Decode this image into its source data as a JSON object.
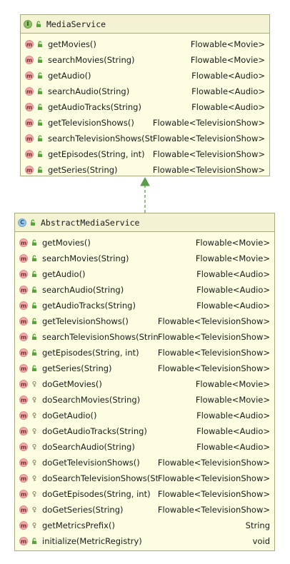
{
  "colors": {
    "box_fill": "#fdfde2",
    "box_border": "#a9a982",
    "connector": "#5a9e47"
  },
  "interface_box": {
    "kind_icon": "interface-badge-icon",
    "kind_letter": "I",
    "title": "MediaService",
    "methods": [
      {
        "badge": "m",
        "visibility": "public",
        "name": "getMovies()",
        "ret": "Flowable<Movie>"
      },
      {
        "badge": "m",
        "visibility": "public",
        "name": "searchMovies(String)",
        "ret": "Flowable<Movie>"
      },
      {
        "badge": "m",
        "visibility": "public",
        "name": "getAudio()",
        "ret": "Flowable<Audio>"
      },
      {
        "badge": "m",
        "visibility": "public",
        "name": "searchAudio(String)",
        "ret": "Flowable<Audio>"
      },
      {
        "badge": "m",
        "visibility": "public",
        "name": "getAudioTracks(String)",
        "ret": "Flowable<Audio>"
      },
      {
        "badge": "m",
        "visibility": "public",
        "name": "getTelevisionShows()",
        "ret": "Flowable<TelevisionShow>"
      },
      {
        "badge": "m",
        "visibility": "public",
        "name": "searchTelevisionShows(String)",
        "ret": "Flowable<TelevisionShow>"
      },
      {
        "badge": "m",
        "visibility": "public",
        "name": "getEpisodes(String, int)",
        "ret": "Flowable<TelevisionShow>"
      },
      {
        "badge": "m",
        "visibility": "public",
        "name": "getSeries(String)",
        "ret": "Flowable<TelevisionShow>"
      }
    ]
  },
  "class_box": {
    "kind_icon": "class-badge-icon",
    "kind_letter": "C",
    "title": "AbstractMediaService",
    "methods": [
      {
        "badge": "m",
        "visibility": "public",
        "name": "getMovies()",
        "ret": "Flowable<Movie>"
      },
      {
        "badge": "m",
        "visibility": "public",
        "name": "searchMovies(String)",
        "ret": "Flowable<Movie>"
      },
      {
        "badge": "m",
        "visibility": "public",
        "name": "getAudio()",
        "ret": "Flowable<Audio>"
      },
      {
        "badge": "m",
        "visibility": "public",
        "name": "searchAudio(String)",
        "ret": "Flowable<Audio>"
      },
      {
        "badge": "m",
        "visibility": "public",
        "name": "getAudioTracks(String)",
        "ret": "Flowable<Audio>"
      },
      {
        "badge": "m",
        "visibility": "public",
        "name": "getTelevisionShows()",
        "ret": "Flowable<TelevisionShow>"
      },
      {
        "badge": "m",
        "visibility": "public",
        "name": "searchTelevisionShows(String)",
        "ret": "Flowable<TelevisionShow>"
      },
      {
        "badge": "m",
        "visibility": "public",
        "name": "getEpisodes(String, int)",
        "ret": "Flowable<TelevisionShow>"
      },
      {
        "badge": "m",
        "visibility": "public",
        "name": "getSeries(String)",
        "ret": "Flowable<TelevisionShow>"
      },
      {
        "badge": "m",
        "visibility": "protected",
        "name": "doGetMovies()",
        "ret": "Flowable<Movie>"
      },
      {
        "badge": "m",
        "visibility": "protected",
        "name": "doSearchMovies(String)",
        "ret": "Flowable<Movie>"
      },
      {
        "badge": "m",
        "visibility": "protected",
        "name": "doGetAudio()",
        "ret": "Flowable<Audio>"
      },
      {
        "badge": "m",
        "visibility": "protected",
        "name": "doGetAudioTracks(String)",
        "ret": "Flowable<Audio>"
      },
      {
        "badge": "m",
        "visibility": "protected",
        "name": "doSearchAudio(String)",
        "ret": "Flowable<Audio>"
      },
      {
        "badge": "m",
        "visibility": "protected",
        "name": "doGetTelevisionShows()",
        "ret": "Flowable<TelevisionShow>"
      },
      {
        "badge": "m",
        "visibility": "protected",
        "name": "doSearchTelevisionShows(String)",
        "ret": "Flowable<TelevisionShow>"
      },
      {
        "badge": "m",
        "visibility": "protected",
        "name": "doGetEpisodes(String, int)",
        "ret": "Flowable<TelevisionShow>"
      },
      {
        "badge": "m",
        "visibility": "protected",
        "name": "doGetSeries(String)",
        "ret": "Flowable<TelevisionShow>"
      },
      {
        "badge": "m",
        "visibility": "protected",
        "name": "getMetricsPrefix()",
        "ret": "String"
      },
      {
        "badge": "m",
        "visibility": "public",
        "name": "initialize(MetricRegistry)",
        "ret": "void"
      }
    ]
  },
  "relation": {
    "type": "implements",
    "from": "AbstractMediaService",
    "to": "MediaService",
    "style": "dashed-with-hollow-arrow"
  }
}
